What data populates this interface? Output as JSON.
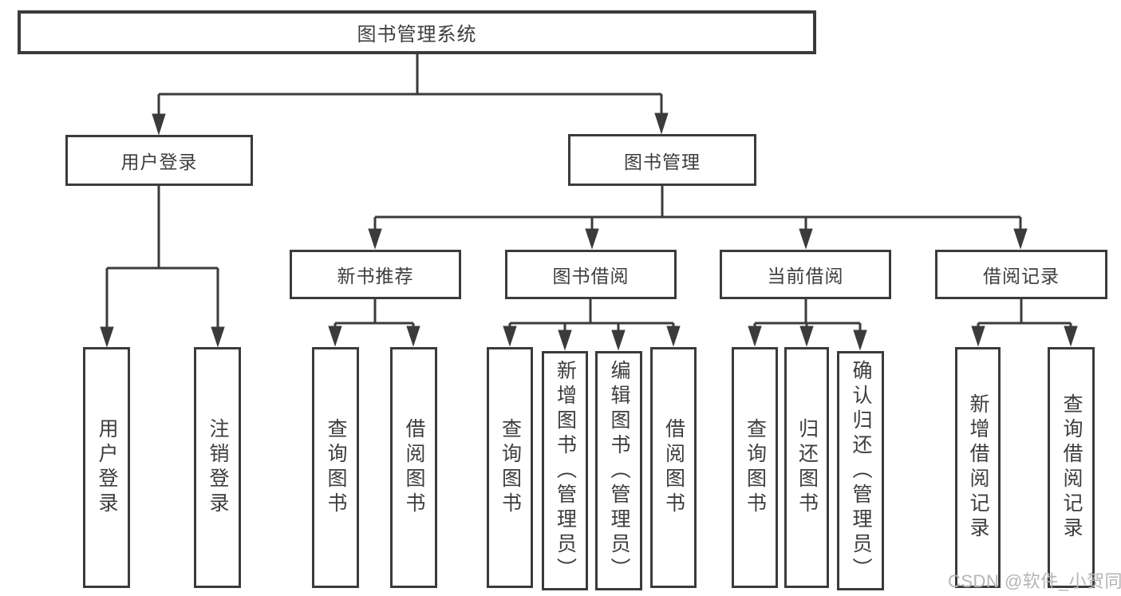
{
  "root": {
    "label": "图书管理系统"
  },
  "branches": [
    {
      "label": "用户登录",
      "children": [
        {
          "label": "用户登录"
        },
        {
          "label": "注销登录"
        }
      ]
    },
    {
      "label": "图书管理",
      "children": [
        {
          "label": "新书推荐",
          "children": [
            {
              "label": "查询图书"
            },
            {
              "label": "借阅图书"
            }
          ]
        },
        {
          "label": "图书借阅",
          "children": [
            {
              "label": "查询图书"
            },
            {
              "label": "新增图书（管理员）"
            },
            {
              "label": "编辑图书（管理员）"
            },
            {
              "label": "借阅图书"
            }
          ]
        },
        {
          "label": "当前借阅",
          "children": [
            {
              "label": "查询图书"
            },
            {
              "label": "归还图书"
            },
            {
              "label": "确认归还（管理员）"
            }
          ]
        },
        {
          "label": "借阅记录",
          "children": [
            {
              "label": "新增借阅记录"
            },
            {
              "label": "查询借阅记录"
            }
          ]
        }
      ]
    }
  ],
  "watermark": "CSDN @软件_小贺同学",
  "colors": {
    "line": "#3b3b3b",
    "text": "#3d3d3d",
    "watermark": "#b5b5b5",
    "background": "#ffffff"
  }
}
